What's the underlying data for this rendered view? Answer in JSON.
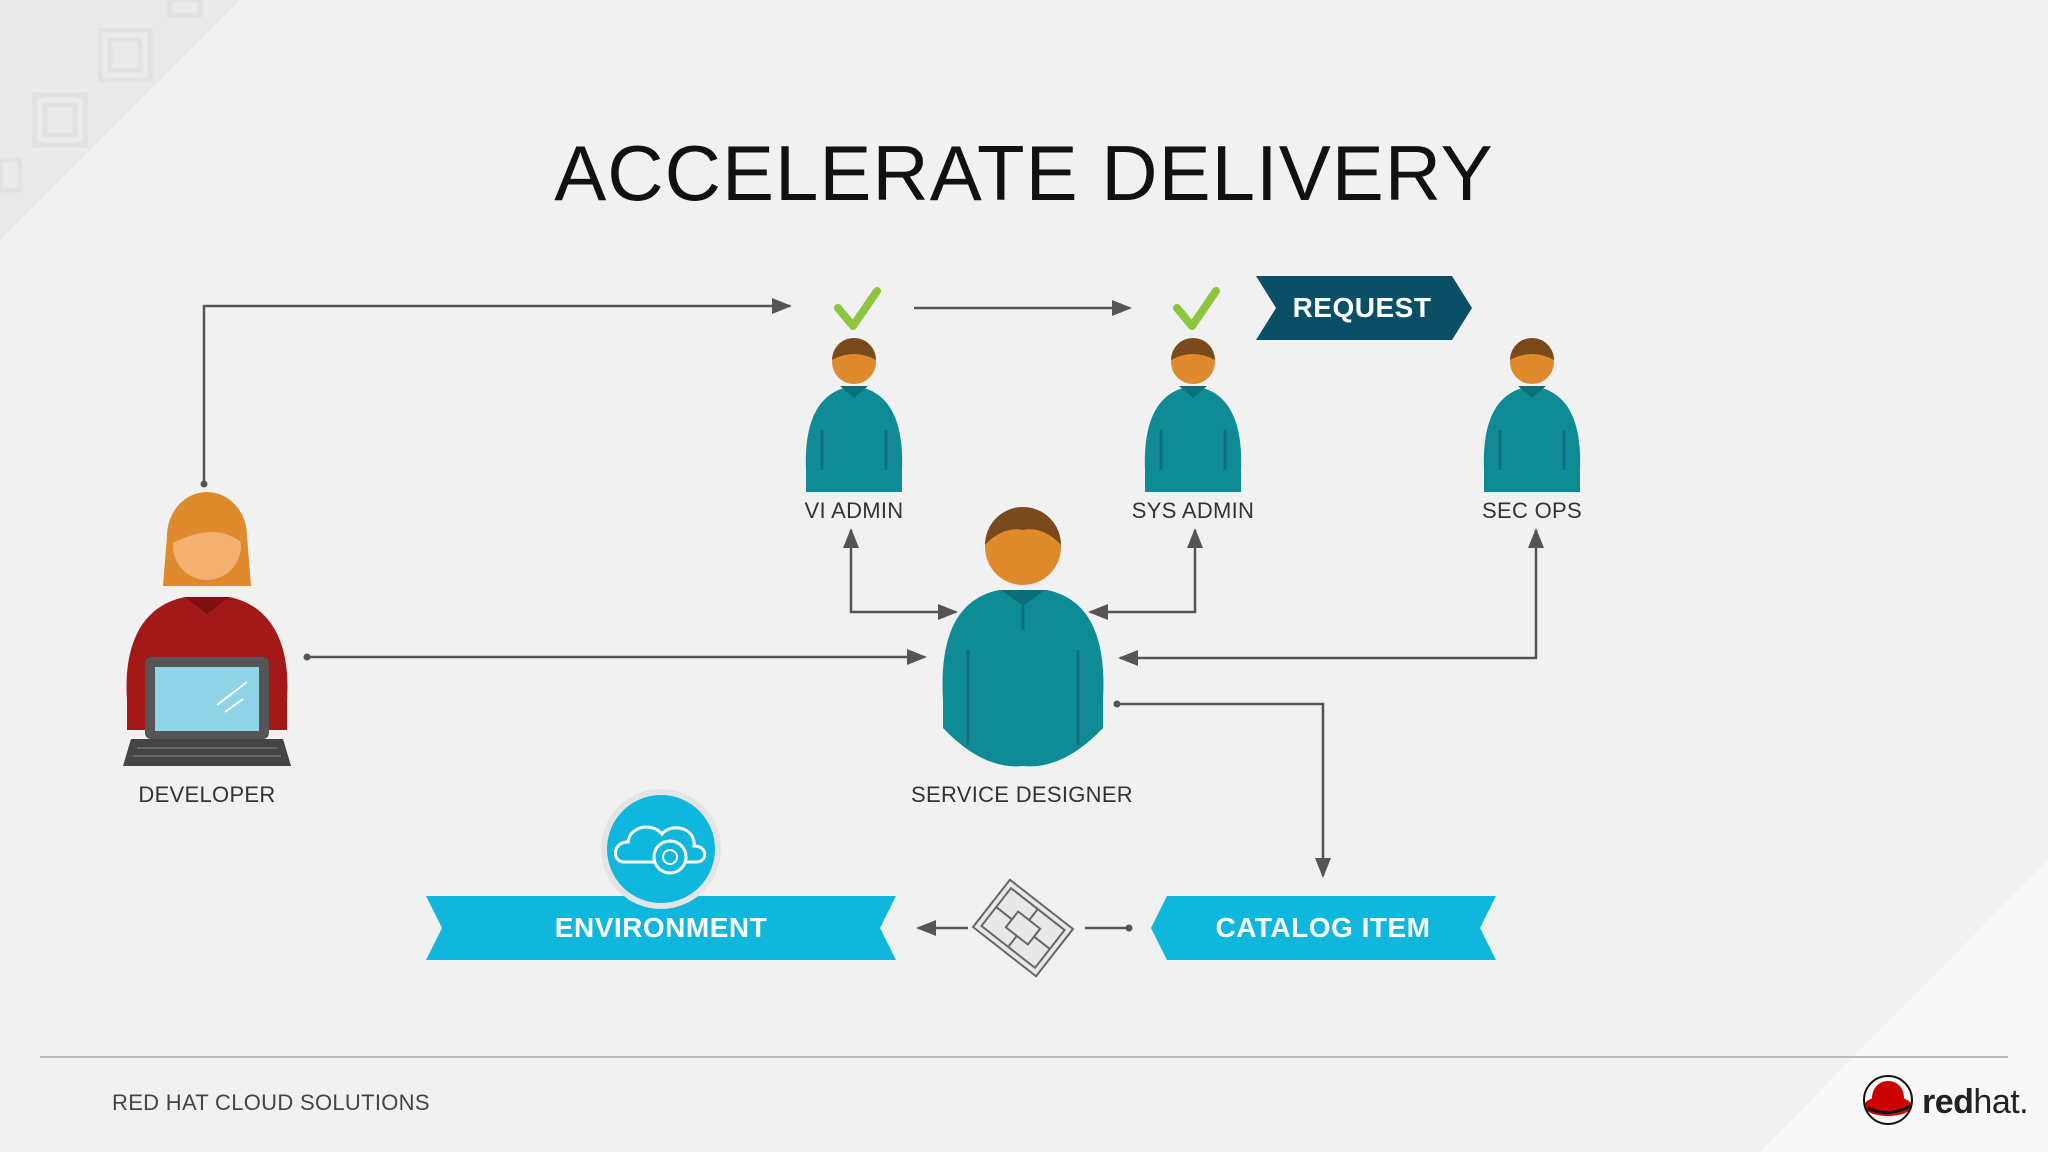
{
  "title": "ACCELERATE DELIVERY",
  "roles": {
    "developer": "DEVELOPER",
    "vi_admin": "VI ADMIN",
    "sys_admin": "SYS ADMIN",
    "sec_ops": "SEC OPS",
    "service_designer": "SERVICE DESIGNER"
  },
  "banners": {
    "request": "REQUEST",
    "environment": "ENVIRONMENT",
    "catalog_item": "CATALOG ITEM"
  },
  "footer": {
    "left_text": "RED HAT CLOUD SOLUTIONS",
    "brand_bold": "red",
    "brand_light": "hat."
  },
  "colors": {
    "teal_person": "#0f8b96",
    "dark_banner": "#0a4f66",
    "cyan_banner": "#0fb7dc",
    "check": "#8cc63f",
    "skin": "#e08a2e",
    "hair": "#7a4a1a",
    "developer_shirt": "#a31818"
  },
  "icons": [
    "checkmark-icon",
    "cloud-icon",
    "blueprint-icon",
    "redhat-logo"
  ]
}
